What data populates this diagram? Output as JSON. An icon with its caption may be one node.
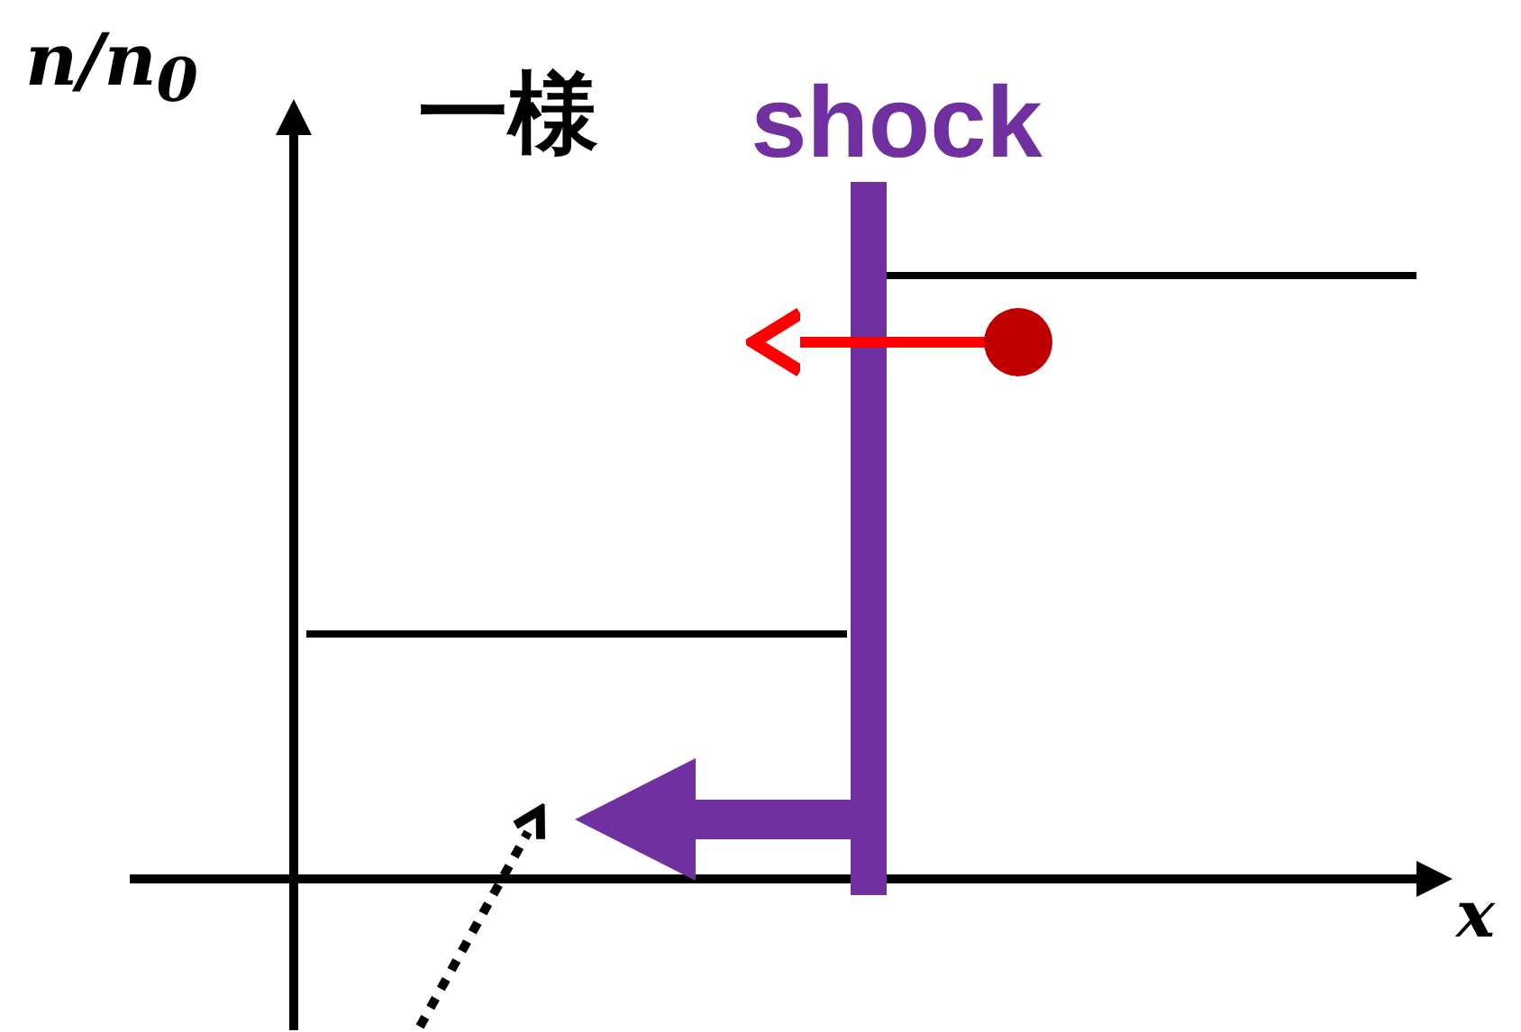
{
  "diagram": {
    "labels": [
      "n/n$_{0}$",
      "一様",
      "shock",
      "x"
    ]
  }
}
